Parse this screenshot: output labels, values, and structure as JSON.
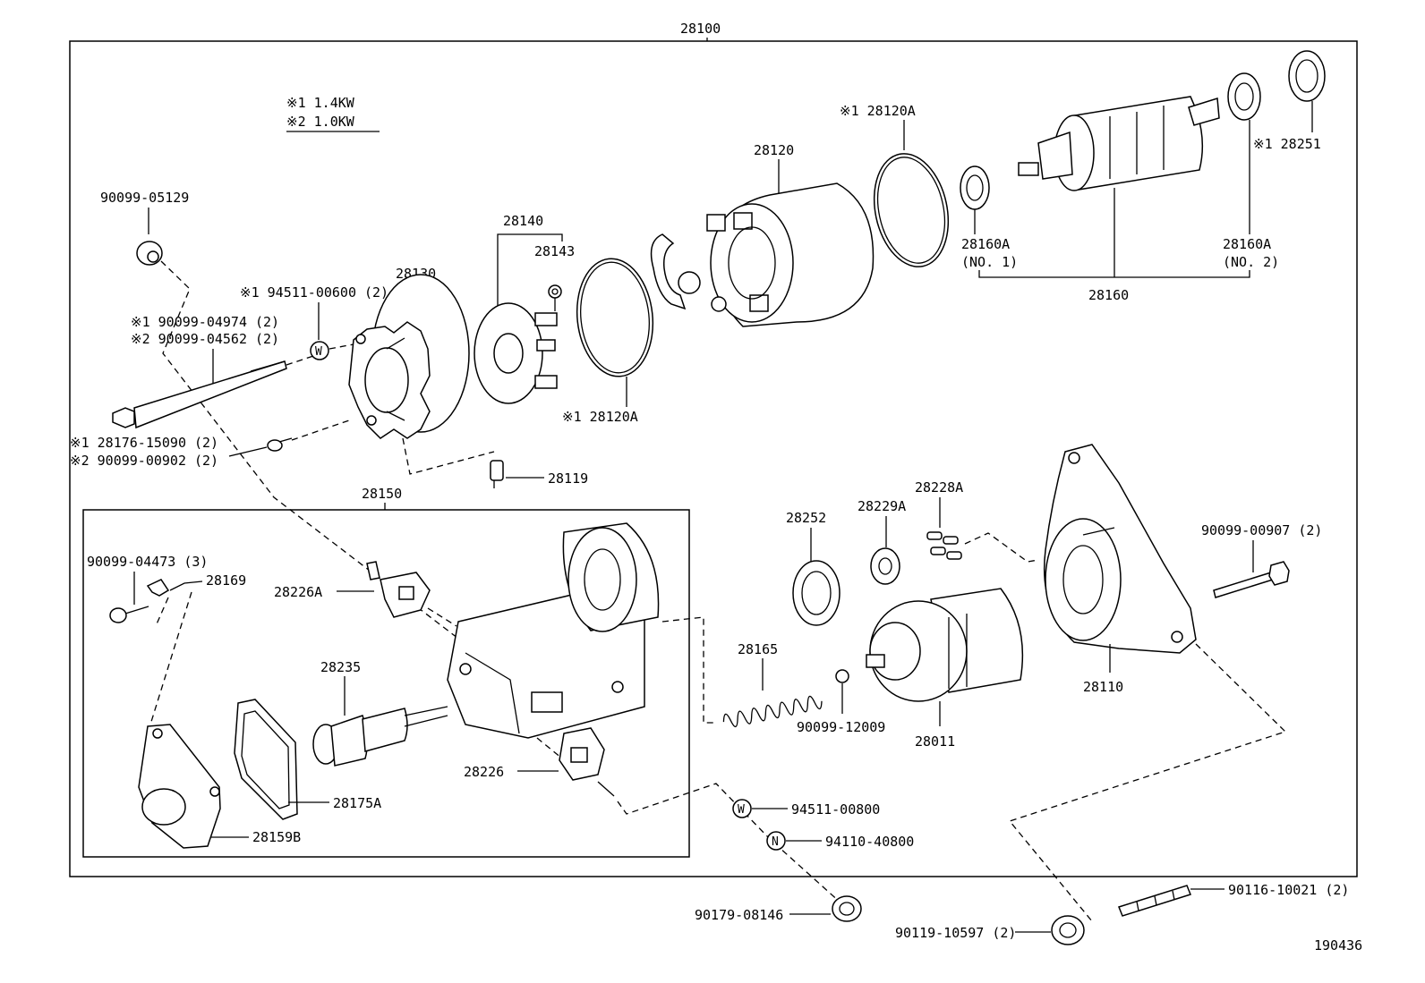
{
  "diagram": {
    "assembly": "28100",
    "figure_number": "190436",
    "legend": [
      "※1 1.4KW",
      "※2 1.0KW"
    ],
    "kit_28150": "28150",
    "kit_28160": "28160",
    "kit_28140": "28140"
  },
  "labels": {
    "p90099_05129": "90099-05129",
    "p94511_00600": "※1 94511-00600 (2)",
    "p90099_04974": "※1 90099-04974 (2)",
    "p90099_04562": "※2 90099-04562 (2)",
    "p28176_15090": "※1  28176-15090 (2)",
    "p90099_00902": "※2  90099-00902 (2)",
    "p28130": "28130",
    "p28143": "28143",
    "p28120A_a": "※1 28120A",
    "p28120A_b": "※1 28120A",
    "p28120": "28120",
    "p28160A_1": "28160A",
    "p28160A_1b": "(NO. 1)",
    "p28160A_2": "28160A",
    "p28160A_2b": "(NO. 2)",
    "p28251": "※1 28251",
    "p28119": "28119",
    "p90099_04473": "90099-04473 (3)",
    "p28169": "28169",
    "p28226A": "28226A",
    "p28235": "28235",
    "p28175A": "28175A",
    "p28159B": "28159B",
    "p28226": "28226",
    "p28252": "28252",
    "p28229A": "28229A",
    "p28228A": "28228A",
    "p28165": "28165",
    "p90099_12009": "90099-12009",
    "p28011": "28011",
    "p28110": "28110",
    "p90099_00907": "90099-00907 (2)",
    "p94511_00800": "94511-00800",
    "p94110_40800": "94110-40800",
    "p90179_08146": "90179-08146",
    "p90119_10597": "90119-10597 (2)",
    "p90116_10021": "90116-10021 (2)",
    "w_mark": "W",
    "n_mark": "N"
  }
}
